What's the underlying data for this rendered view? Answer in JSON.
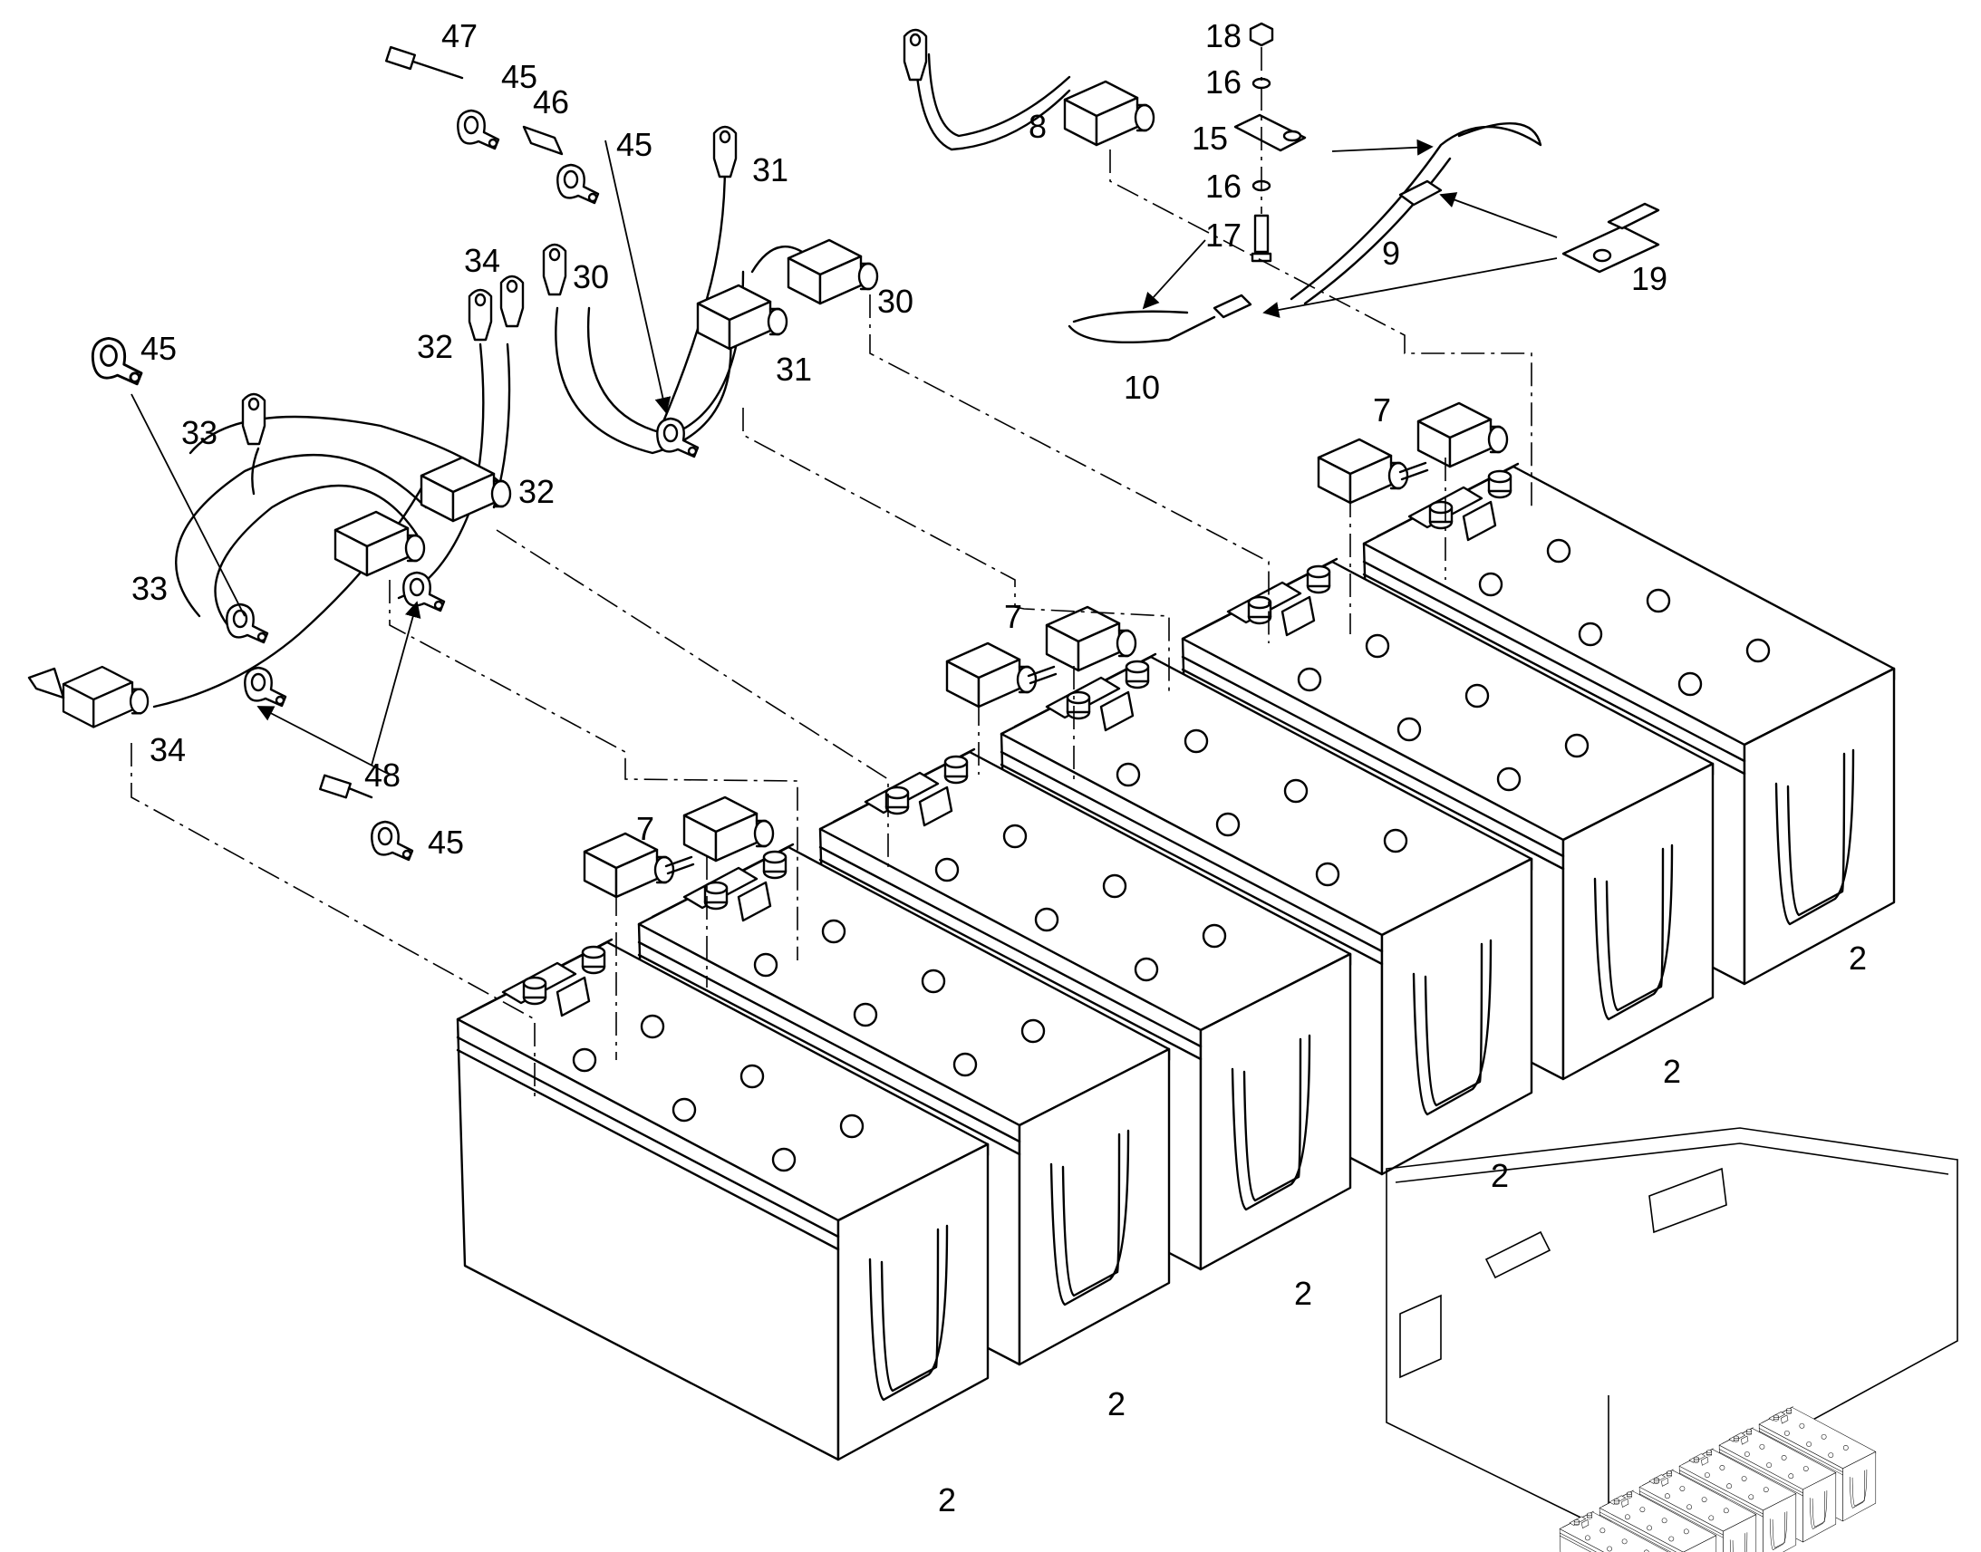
{
  "diagram": {
    "callouts": {
      "c47": "47",
      "c45a": "45",
      "c46": "46",
      "c45b": "45",
      "c31a": "31",
      "c30a": "30",
      "c30b": "30",
      "c31b": "31",
      "c34a": "34",
      "c32a": "32",
      "c45c": "45",
      "c33a": "33",
      "c32b": "32",
      "c33b": "33",
      "c34b": "34",
      "c48": "48",
      "c45d": "45",
      "c8": "8",
      "c18": "18",
      "c16a": "16",
      "c15": "15",
      "c16b": "16",
      "c17": "17",
      "c9": "9",
      "c19": "19",
      "c10": "10",
      "c7a": "7",
      "c7b": "7",
      "c7c": "7",
      "c2a": "2",
      "c2b": "2",
      "c2c": "2",
      "c2d": "2",
      "c2e": "2",
      "c2f": "2"
    }
  }
}
